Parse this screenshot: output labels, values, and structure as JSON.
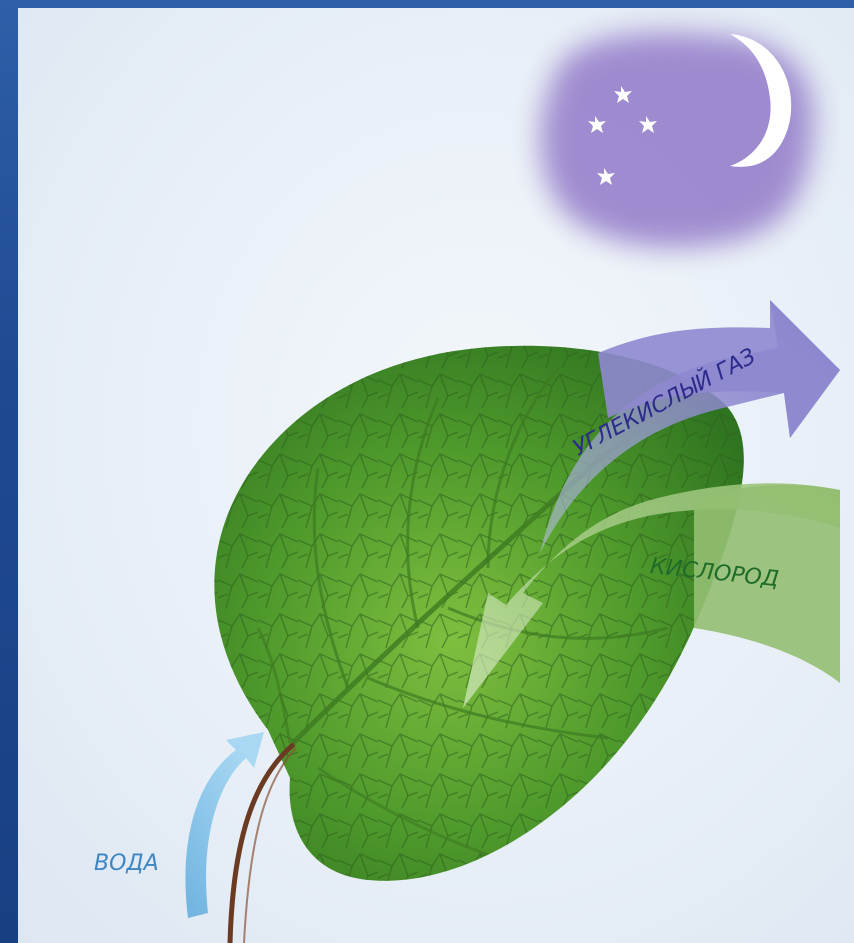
{
  "labels": {
    "co2": "УГЛЕКИСЛЫЙ ГАЗ",
    "oxygen": "КИСЛОРОД",
    "water": "ВОДА"
  },
  "colors": {
    "co2_arrow": "#8e88cf",
    "co2_text": "#2c2a8a",
    "oxygen_arrow": "#9cc37e",
    "oxygen_text": "#1e6b2a",
    "water_arrow": "#7fbfe6",
    "water_text": "#3e86c3",
    "night_cloud": "#9b86cd",
    "leaf": "#5fa632",
    "frame_border": "#2e5fa8"
  },
  "icons": [
    "moon-icon",
    "star-icon",
    "leaf-image",
    "cloud-image"
  ]
}
